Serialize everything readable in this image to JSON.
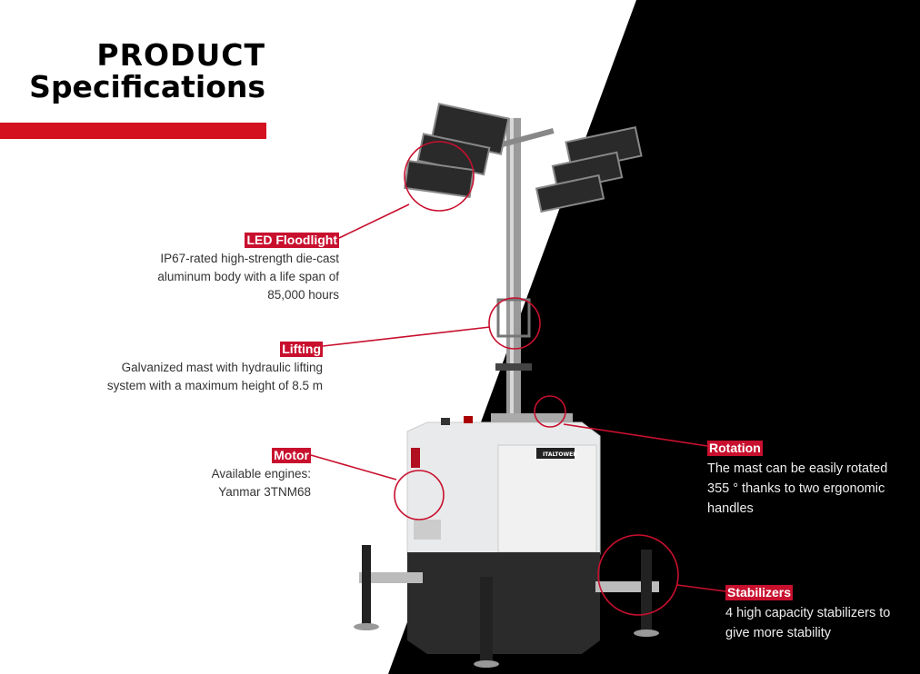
{
  "header": {
    "title_line1": "PRODUCT",
    "title_line2": "Specifications"
  },
  "brand": {
    "logo_text": "ITALTOWER"
  },
  "colors": {
    "accent": "#d4121f",
    "callout": "#c8102e",
    "dark": "#000000"
  },
  "specs": [
    {
      "title": "LED Floodlight",
      "lines": [
        "IP67-rated high-strength die-cast",
        "aluminum body with a life span of",
        "85,000 hours"
      ]
    },
    {
      "title": "Lifting",
      "lines": [
        "Galvanized mast with hydraulic lifting",
        "system with a maximum height of 8.5 m"
      ]
    },
    {
      "title": "Motor",
      "lines": [
        "Available engines:",
        "Yanmar 3TNM68"
      ]
    },
    {
      "title": "Rotation",
      "lines": [
        "The mast can be easily rotated",
        "355 ° thanks to two ergonomic",
        "handles"
      ]
    },
    {
      "title": "Stabilizers",
      "lines": [
        "4 high capacity stabilizers to",
        "give more stability"
      ]
    }
  ]
}
